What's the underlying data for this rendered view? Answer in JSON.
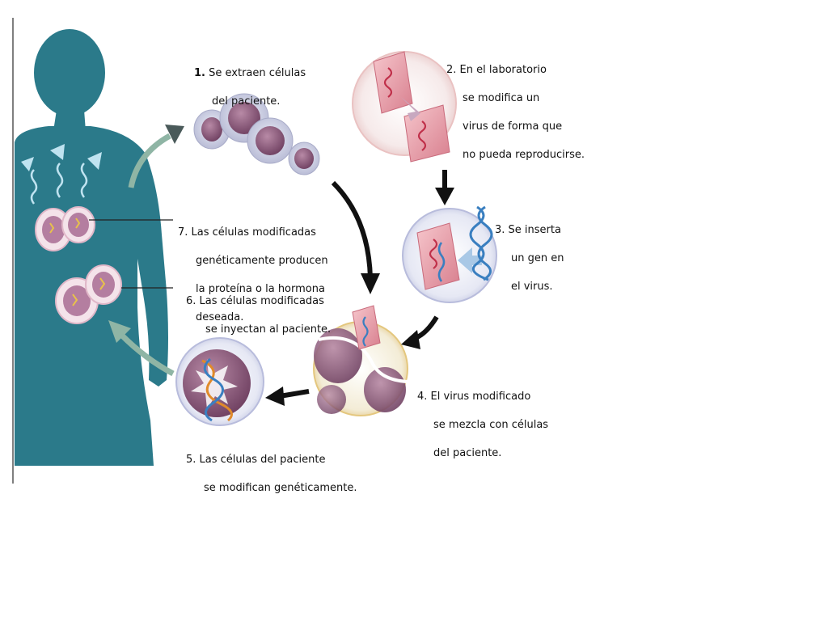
{
  "steps": [
    {
      "number": "1.",
      "lines": [
        "Se extraen células",
        "del paciente."
      ]
    },
    {
      "number": "2.",
      "lines": [
        "En el laboratorio",
        "se modifica un",
        "virus de forma que",
        "no pueda reproducirse."
      ]
    },
    {
      "number": "3.",
      "lines": [
        "Se inserta",
        "un gen en",
        "el virus."
      ]
    },
    {
      "number": "4.",
      "lines": [
        "El virus modificado",
        "se mezcla con células",
        "del paciente."
      ]
    },
    {
      "number": "5.",
      "lines": [
        "Las células del paciente",
        "se modifican genéticamente."
      ]
    },
    {
      "number": "6.",
      "lines": [
        "Las células modificadas",
        "se inyectan al paciente."
      ]
    },
    {
      "number": "7.",
      "lines": [
        "Las células modificadas",
        "genéticamente producen",
        "la proteína o la hormona",
        "deseada."
      ]
    }
  ],
  "colors": {
    "body": "#2b7a8a",
    "cell_fill": "#d9dbe9",
    "nucleus": "#8a5a7a",
    "virus": "#e8a0a8",
    "gene": "#3a7fc0",
    "arrow": "#111111",
    "arrow_gray": "#4a5a5a",
    "arrow_teal": "#8fb5a5"
  }
}
